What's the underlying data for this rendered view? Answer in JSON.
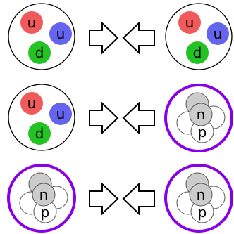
{
  "colors": {
    "up_quark": "#f05a5a",
    "down_quark_blue": "#6464ee",
    "down_quark_green": "#22c322",
    "hadron_ring": "#8a00e6",
    "nucleon_fill": "#cccccc",
    "outline": "#000000",
    "background": "#ffffff"
  },
  "rows": [
    {
      "left": {
        "kind": "quarks",
        "labels": [
          "u",
          "u",
          "d"
        ]
      },
      "right": {
        "kind": "quarks",
        "labels": [
          "u",
          "u",
          "d"
        ]
      }
    },
    {
      "left": {
        "kind": "quarks",
        "labels": [
          "u",
          "u",
          "d"
        ]
      },
      "right": {
        "kind": "nucleus",
        "labels": [
          "n",
          "p"
        ]
      }
    },
    {
      "left": {
        "kind": "nucleus",
        "labels": [
          "n",
          "p"
        ]
      },
      "right": {
        "kind": "nucleus",
        "labels": [
          "n",
          "p"
        ]
      }
    }
  ],
  "arrows": {
    "icon": "double-arrow-icon"
  }
}
